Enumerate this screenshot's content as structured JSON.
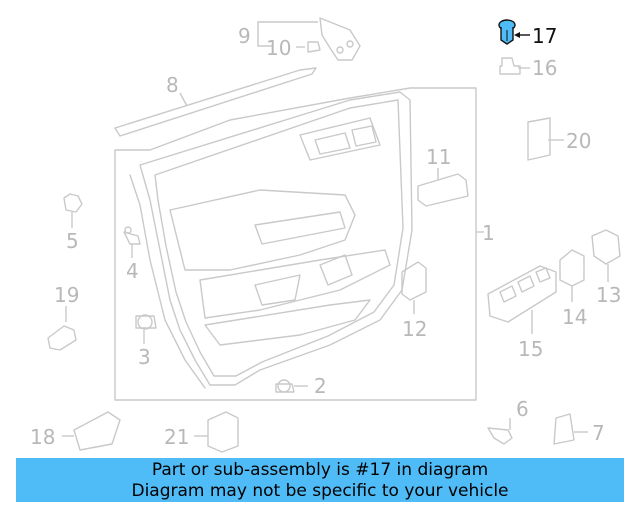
{
  "highlight_color": "#4fbcf7",
  "highlighted_part": "17",
  "callouts": [
    "1",
    "2",
    "3",
    "4",
    "5",
    "6",
    "7",
    "8",
    "9",
    "10",
    "11",
    "12",
    "13",
    "14",
    "15",
    "16",
    "17",
    "18",
    "19",
    "20",
    "21"
  ],
  "banner": {
    "line1": "Part or sub-assembly is #17 in diagram",
    "line2": "Diagram may not be specific to your vehicle"
  }
}
